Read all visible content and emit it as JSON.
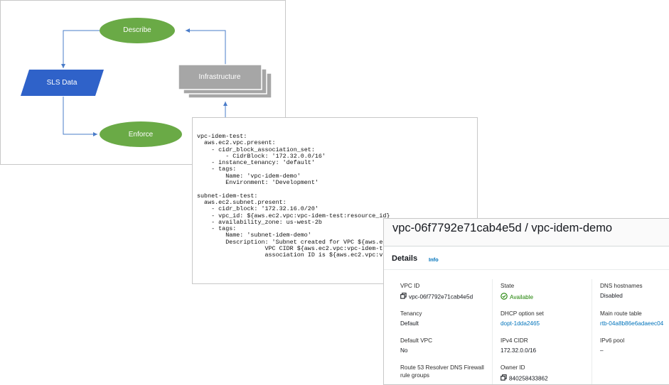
{
  "diagram": {
    "nodes": {
      "describe": "Describe",
      "sls_data": "SLS Data",
      "infrastructure": "Infrastructure",
      "enforce": "Enforce"
    },
    "colors": {
      "green": "#6aaa46",
      "blue": "#2f62c9",
      "gray": "#a6a6a6",
      "arrow": "#4a7cc9"
    }
  },
  "code": {
    "lines": [
      "vpc-idem-test:",
      "  aws.ec2.vpc.present:",
      "    - cidr_block_association_set:",
      "        - CidrBlock: '172.32.0.0/16'",
      "    - instance_tenancy: 'default'",
      "    - tags:",
      "        Name: 'vpc-idem-demo'",
      "        Environment: 'Development'",
      "",
      "subnet-idem-test:",
      "  aws.ec2.subnet.present:",
      "    - cidr_block: '172.32.16.0/20'",
      "    - vpc_id: ${aws.ec2.vpc:vpc-idem-test:resource_id}",
      "    - availability_zone: us-west-2b",
      "    - tags:",
      "        Name: 'subnet-idem-demo'",
      "        Description: 'Subnet created for VPC ${aws.ec2.vp",
      "                   VPC CIDR ${aws.ec2.vpc:vpc-idem-test:c",
      "                   association ID is ${aws.ec2.vpc:vpc-ide"
    ]
  },
  "vpc": {
    "title": "vpc-06f7792e71cab4e5d / vpc-idem-demo",
    "details_title": "Details",
    "info_link": "Info",
    "fields": {
      "vpc_id_label": "VPC ID",
      "vpc_id_value": "vpc-06f7792e71cab4e5d",
      "state_label": "State",
      "state_value": "Available",
      "dns_hostnames_label": "DNS hostnames",
      "dns_hostnames_value": "Disabled",
      "tenancy_label": "Tenancy",
      "tenancy_value": "Default",
      "dhcp_label": "DHCP option set",
      "dhcp_value": "dopt-1dda2465",
      "main_route_label": "Main route table",
      "main_route_value": "rtb-04a8b86e6adaeec04",
      "default_vpc_label": "Default VPC",
      "default_vpc_value": "No",
      "ipv4_label": "IPv4 CIDR",
      "ipv4_value": "172.32.0.0/16",
      "ipv6_label": "IPv6 pool",
      "ipv6_value": "–",
      "route53_label_1": "Route 53 Resolver DNS Firewall",
      "route53_label_2": "rule groups",
      "owner_label": "Owner ID",
      "owner_value": "840258433862"
    },
    "colors": {
      "link": "#0073bb",
      "success": "#1d8102"
    }
  }
}
